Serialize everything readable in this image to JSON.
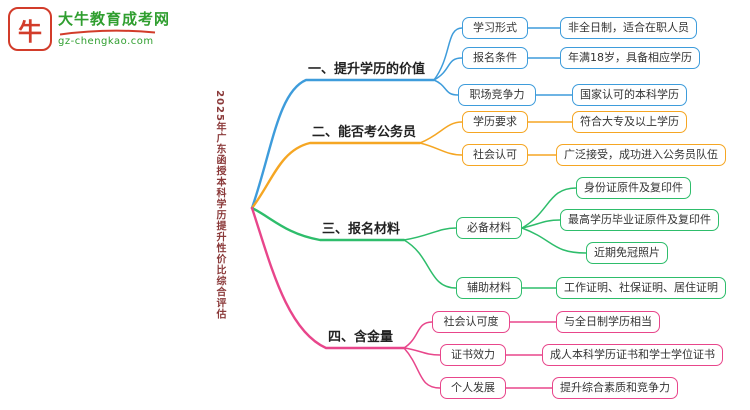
{
  "logo": {
    "site_name": "大牛教育成考网",
    "site_url": "gz-chengkao.com",
    "icon": "bull-seal-icon",
    "icon_glyph": "牛",
    "accent_red": "#D23C2A",
    "accent_green": "#2F9E2F"
  },
  "root": {
    "label": "2025年广东函授本科学历提升性价比综合评估",
    "color": "#8B3A3A"
  },
  "branches": [
    {
      "label": "一、提升学历的价值",
      "color": "#3E9CDB",
      "children": [
        {
          "label": "学习形式",
          "values": [
            "非全日制，适合在职人员"
          ]
        },
        {
          "label": "报名条件",
          "values": [
            "年满18岁，具备相应学历"
          ]
        },
        {
          "label": "职场竞争力",
          "values": [
            "国家认可的本科学历"
          ]
        }
      ]
    },
    {
      "label": "二、能否考公务员",
      "color": "#F5A623",
      "children": [
        {
          "label": "学历要求",
          "values": [
            "符合大专及以上学历"
          ]
        },
        {
          "label": "社会认可",
          "values": [
            "广泛接受，成功进入公务员队伍"
          ]
        }
      ]
    },
    {
      "label": "三、报名材料",
      "color": "#2EBD6B",
      "children": [
        {
          "label": "必备材料",
          "values": [
            "身份证原件及复印件",
            "最高学历毕业证原件及复印件",
            "近期免冠照片"
          ]
        },
        {
          "label": "辅助材料",
          "values": [
            "工作证明、社保证明、居住证明"
          ]
        }
      ]
    },
    {
      "label": "四、含金量",
      "color": "#E8468B",
      "children": [
        {
          "label": "社会认可度",
          "values": [
            "与全日制学历相当"
          ]
        },
        {
          "label": "证书效力",
          "values": [
            "成人本科学历证书和学士学位证书"
          ]
        },
        {
          "label": "个人发展",
          "values": [
            "提升综合素质和竞争力"
          ]
        }
      ]
    }
  ]
}
